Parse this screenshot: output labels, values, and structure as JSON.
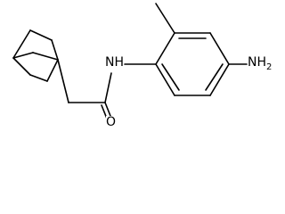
{
  "molecule": {
    "labels": {
      "oxygen": "O",
      "amide_nh": "NH",
      "amine_nh2": "NH",
      "amine_subscript": "2"
    }
  },
  "colors": {
    "bond": "#000000",
    "background": "#ffffff"
  }
}
